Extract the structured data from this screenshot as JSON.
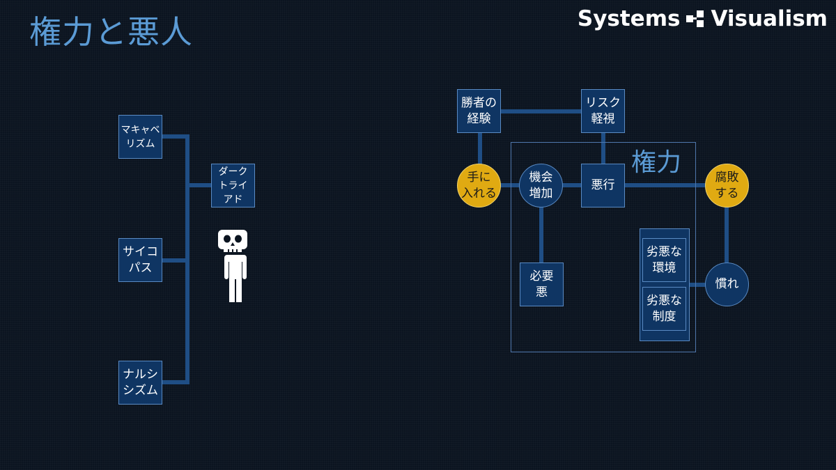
{
  "title": "権力と悪人",
  "brand": {
    "text": "Systems",
    "text2": "Visualism"
  },
  "left_diagram": {
    "traits": [
      "マキャベ\nリズム",
      "サイコ\nパス",
      "ナルシ\nシズム"
    ],
    "result": "ダーク\nトライ\nアド",
    "icon": "skeleton-person-icon"
  },
  "right_diagram": {
    "frame_label": "権力",
    "nodes": {
      "winner_experience": "勝者の\n経験",
      "risk_neglect": "リスク\n軽視",
      "obtain": "手に\n入れる",
      "opportunity_increase": "機会\n増加",
      "misconduct": "悪行",
      "corrupt": "腐敗\nする",
      "necessary_evil": "必要\n悪",
      "poor_environment": "劣悪な\n環境",
      "poor_system": "劣悪な\n制度",
      "habituation": "慣れ"
    }
  },
  "colors": {
    "background": "#0b1420",
    "title": "#5b9bd5",
    "box_fill": "#0f3563",
    "box_border": "#5a8bc4",
    "connector": "#1f4e85",
    "highlight": "#e0aa12"
  }
}
